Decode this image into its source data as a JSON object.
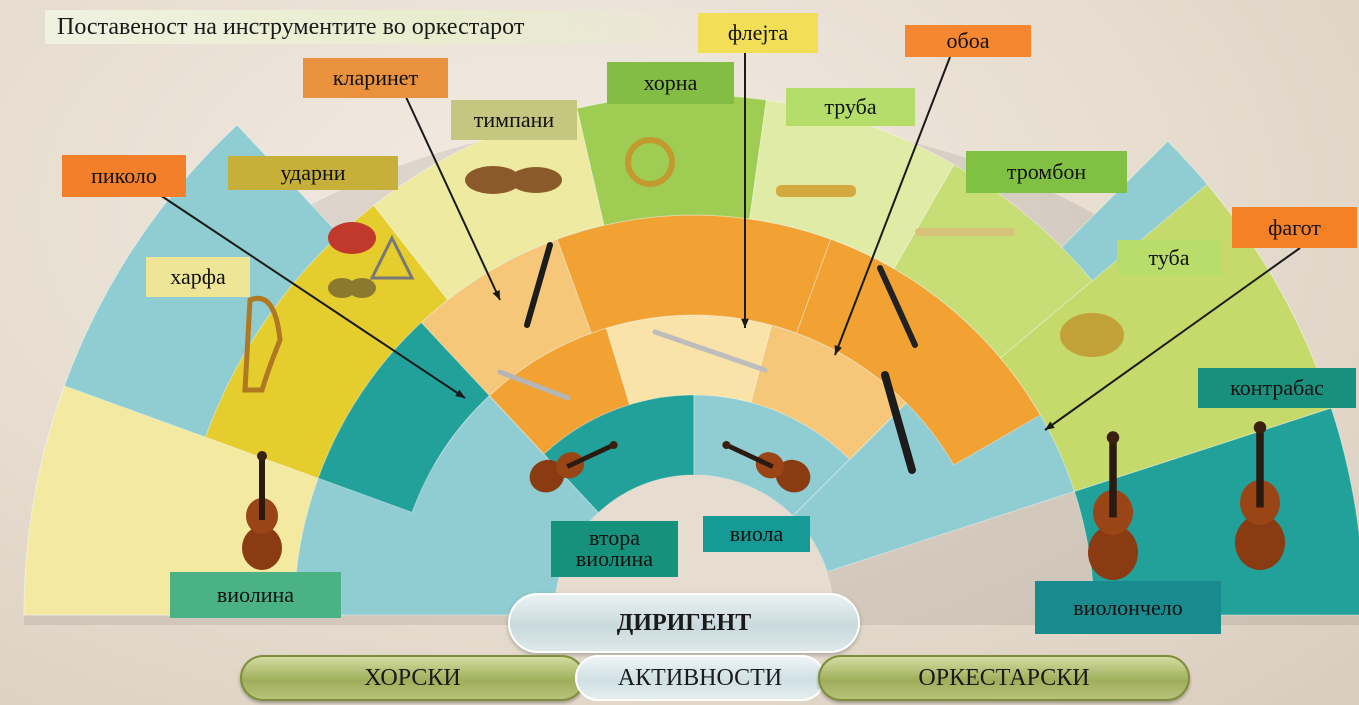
{
  "title": "Поставеност на инструментите во оркестарот",
  "labels": {
    "flute": "флејта",
    "oboe": "обоа",
    "clarinet": "кларинет",
    "horn": "хорна",
    "trumpet": "труба",
    "timpani": "тимпани",
    "piccolo": "пиколо",
    "percussion": "ударни",
    "trombone": "тромбон",
    "bassoon": "фагот",
    "harp": "харфа",
    "tuba": "туба",
    "double_bass": "контрабас",
    "second_violin": "втора виолина",
    "viola": "виола",
    "violin": "виолина",
    "cello": "виолончело"
  },
  "conductor_label": "ДИРИГЕНТ",
  "buttons": {
    "choral": "ХОРСКИ",
    "activities": "АКТИВНОСТИ",
    "orchestral": "ОРКЕСТАРСКИ"
  },
  "colors": {
    "brass_light_green": "#c6d96b",
    "percussion_yellow": "#e5cd2e",
    "woodwind_orange": "#f1a233",
    "woodwind_light": "#f7c779",
    "strings_light_blue": "#8fcdd3",
    "strings_teal": "#1f9b95",
    "label_orange": "#f07f2a",
    "label_green": "#87c140",
    "label_olive": "#c3b244",
    "label_teal": "#1a8f7e"
  }
}
